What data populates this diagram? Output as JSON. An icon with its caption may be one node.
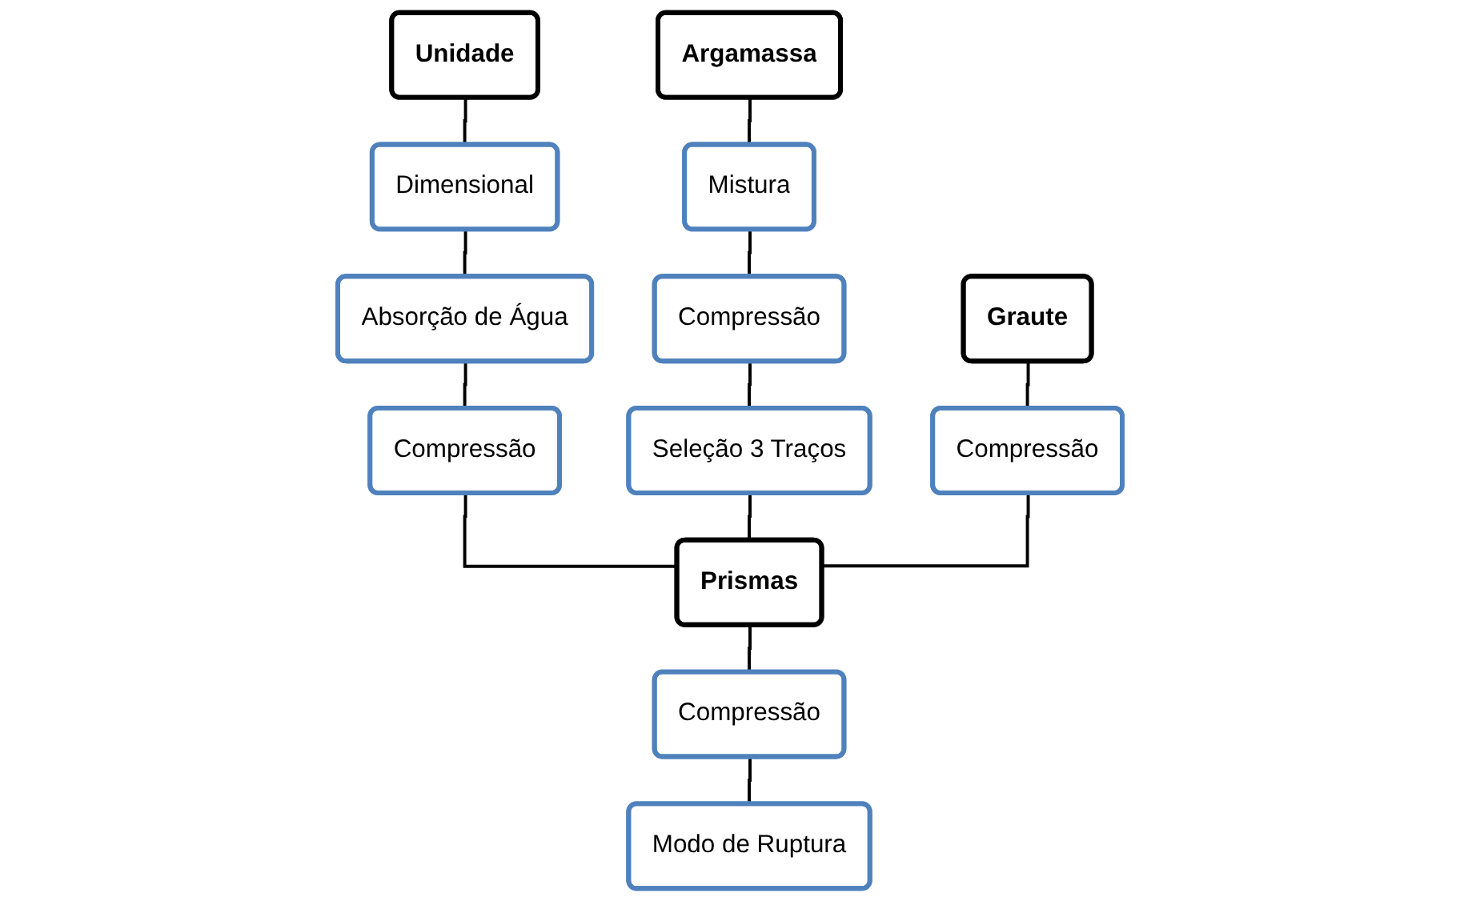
{
  "diagram": {
    "nodes": [
      {
        "text": [
          "Unidade"
        ]
      },
      {
        "text": [
          "Dimensional"
        ]
      },
      {
        "text": [
          "Absorção de Água"
        ]
      },
      {
        "text": [
          "Compressão"
        ]
      },
      {
        "text": [
          "Argamassa"
        ]
      },
      {
        "text": [
          "Mistura"
        ]
      },
      {
        "text": [
          "Compressão"
        ]
      },
      {
        "text": [
          "Seleção 3 Traços"
        ]
      },
      {
        "text": [
          "Graute"
        ]
      },
      {
        "text": [
          "Compressão"
        ]
      },
      {
        "text": [
          "Prismas"
        ]
      },
      {
        "text": [
          "Compressão"
        ]
      },
      {
        "text": [
          "Modo de Ruptura"
        ]
      }
    ],
    "edges": [
      {
        "from": 0,
        "to": 1,
        "arrow": "none"
      },
      {
        "from": 1,
        "to": 2,
        "arrow": "none"
      },
      {
        "from": 2,
        "to": 3,
        "arrow": "none"
      },
      {
        "from": 4,
        "to": 5,
        "arrow": "none"
      },
      {
        "from": 5,
        "to": 6,
        "arrow": "none"
      },
      {
        "from": 6,
        "to": 7,
        "arrow": "none"
      },
      {
        "from": 8,
        "to": 9,
        "arrow": "none"
      },
      {
        "from": 3,
        "to": 10,
        "arrow": "none"
      },
      {
        "from": 7,
        "to": 10,
        "arrow": "none"
      },
      {
        "from": 9,
        "to": 10,
        "arrow": "none"
      },
      {
        "from": 10,
        "to": 11,
        "arrow": "none"
      },
      {
        "from": 11,
        "to": 12,
        "arrow": "none"
      }
    ]
  }
}
